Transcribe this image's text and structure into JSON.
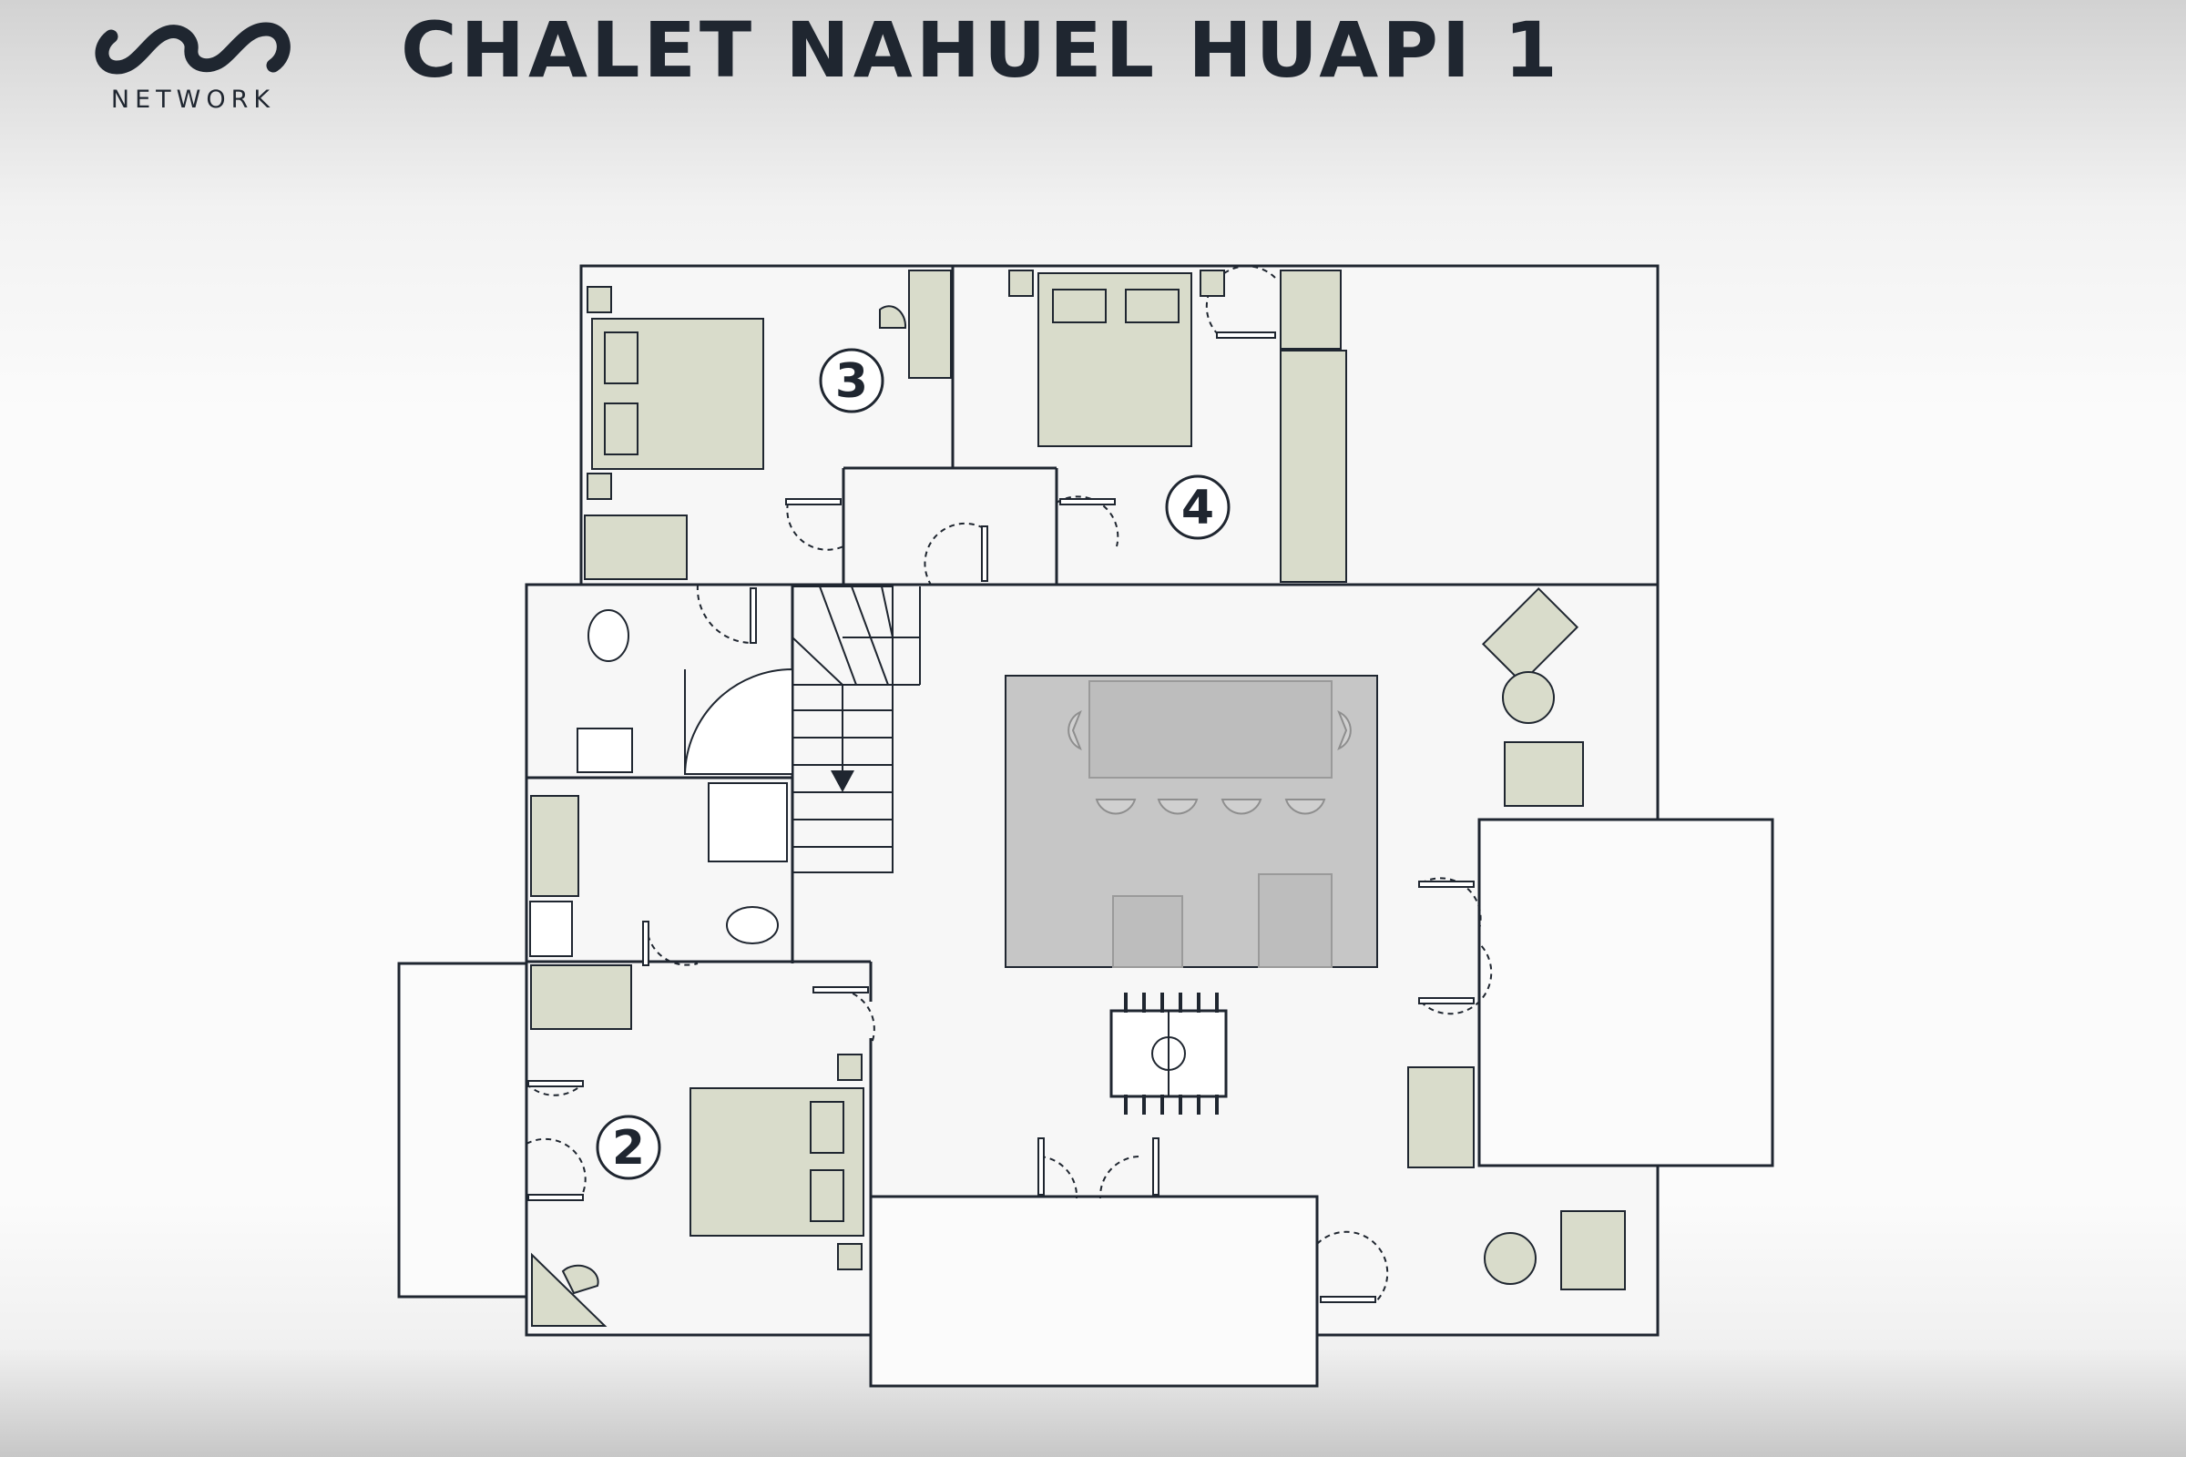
{
  "brand": {
    "logo_text": "NETWORK"
  },
  "header": {
    "title": "CHALET NAHUEL HUAPI 1"
  },
  "floor_plan": {
    "room_labels": [
      "3",
      "4",
      "2"
    ]
  },
  "colors": {
    "ink": "#1f2630",
    "furniture_fill": "#d9dccb",
    "dining_area": "#c6c6c6",
    "room_fill": "#f7f7f7",
    "background_light": "#fbfbfb"
  }
}
